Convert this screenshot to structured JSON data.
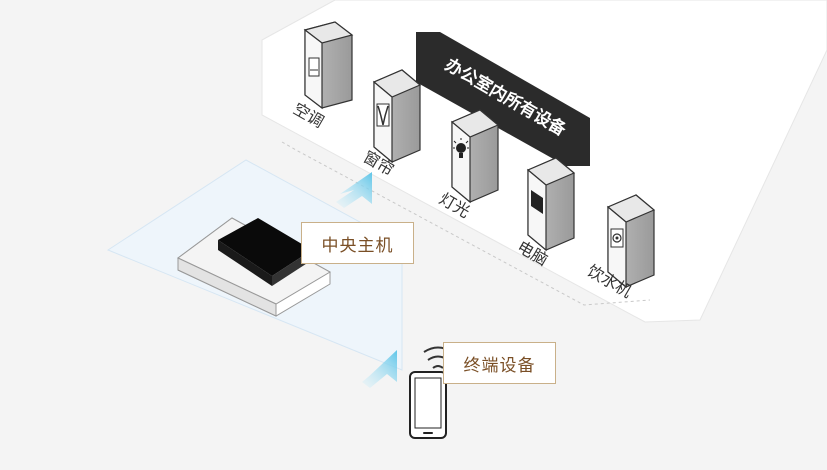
{
  "banner_title": "办公室内所有设备",
  "devices": [
    {
      "label": "空调",
      "icon": "air-conditioner-icon"
    },
    {
      "label": "窗帘",
      "icon": "curtain-icon"
    },
    {
      "label": "灯光",
      "icon": "lightbulb-icon"
    },
    {
      "label": "电脑",
      "icon": "monitor-icon"
    },
    {
      "label": "饮水机",
      "icon": "water-dispenser-icon"
    }
  ],
  "central_host_label": "中央主机",
  "terminal_label": "终端设备",
  "colors": {
    "banner_bg": "#2b2b2b",
    "label_border": "#c9b089",
    "label_text": "#7a4f26",
    "arrow": "#7fd0ea",
    "zone_fill": "#eef5fb"
  }
}
